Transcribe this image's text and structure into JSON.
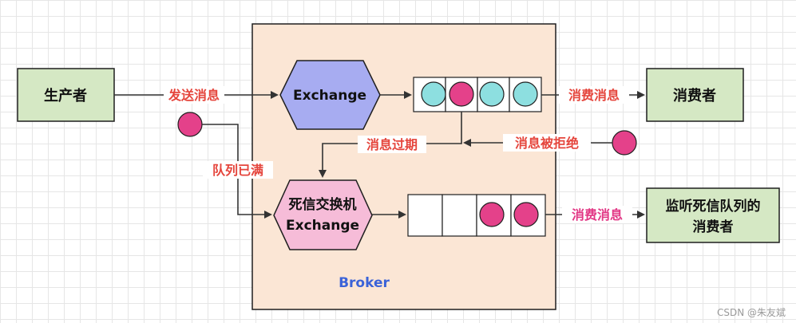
{
  "colors": {
    "box_green": "#d5e8c4",
    "box_green_border": "#1f1f1f",
    "broker_bg": "#fbe6d5",
    "exchange_fill": "#a7acf1",
    "dlx_fill": "#f6bcd8",
    "circle_teal": "#8ddfe0",
    "circle_pink": "#e4418a",
    "label_red": "#e5453c",
    "label_pink": "#e23785",
    "broker_text": "#3b63d8"
  },
  "producer": {
    "label": "生产者"
  },
  "consumer": {
    "label": "消费者"
  },
  "dlx_consumer": {
    "line1": "监听死信队列的",
    "line2": "消费者"
  },
  "broker": {
    "label": "Broker"
  },
  "exchange": {
    "label": "Exchange"
  },
  "dlx": {
    "line1": "死信交换机",
    "line2": "Exchange"
  },
  "labels": {
    "send": "发送消息",
    "consume": "消费消息",
    "consume_dlx": "消费消息",
    "expired": "消息过期",
    "rejected": "消息被拒绝",
    "queue_full": "队列已满"
  },
  "watermark": "CSDN @朱友斌"
}
